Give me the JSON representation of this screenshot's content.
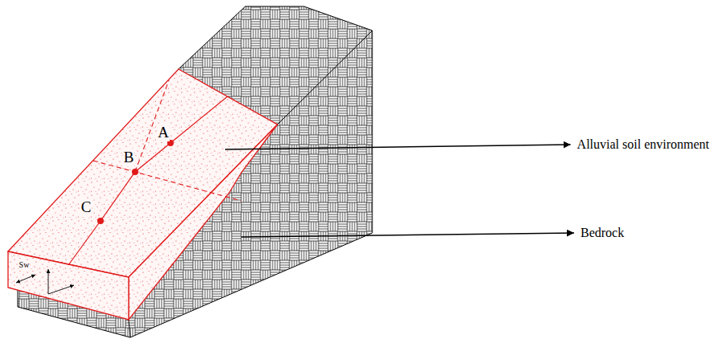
{
  "diagram": {
    "labels": [
      "A",
      "B",
      "C",
      "Alluvial soil environment",
      "Bedrock",
      "Sw"
    ]
  }
}
